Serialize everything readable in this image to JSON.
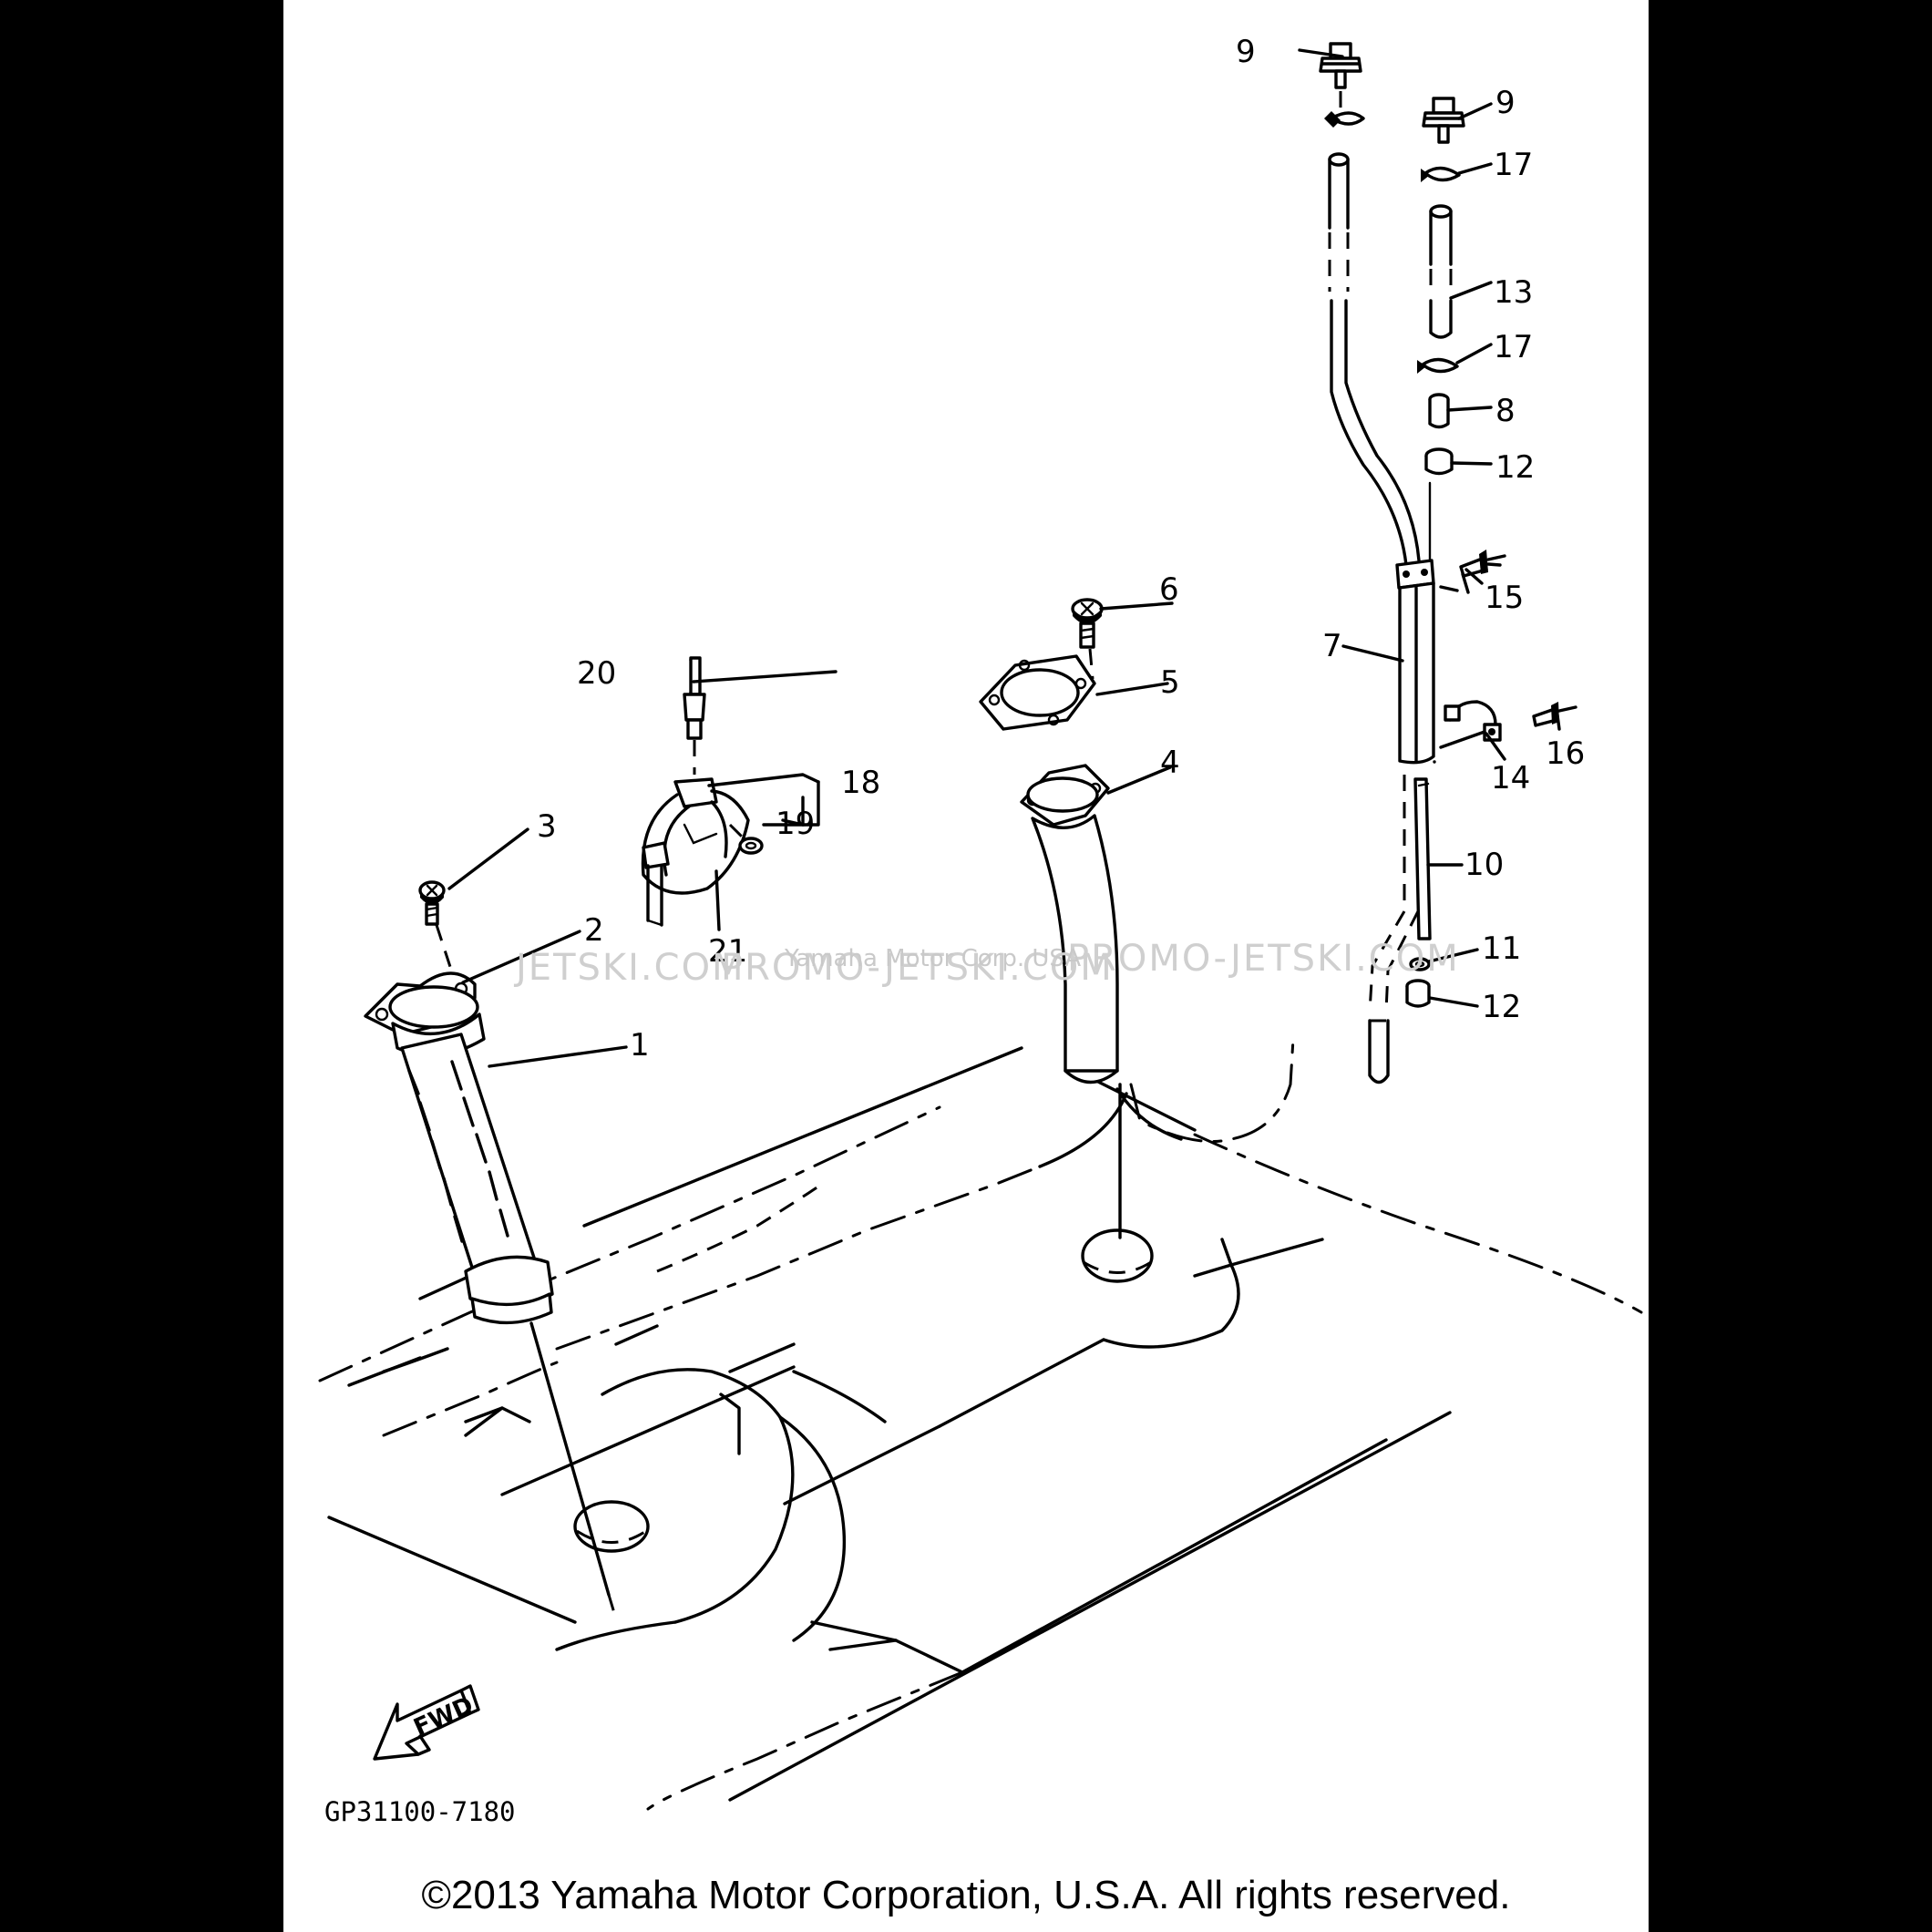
{
  "diagram": {
    "part_numbers": {
      "p1": "1",
      "p2": "2",
      "p3": "3",
      "p4": "4",
      "p5": "5",
      "p6": "6",
      "p7": "7",
      "p8": "8",
      "p9a": "9",
      "p9b": "9",
      "p10": "10",
      "p11": "11",
      "p12a": "12",
      "p12b": "12",
      "p13": "13",
      "p14": "14",
      "p15": "15",
      "p16": "16",
      "p17a": "17",
      "p17b": "17",
      "p18": "18",
      "p19": "19",
      "p20": "20",
      "p21": "21"
    },
    "watermarks": {
      "left": "JETSKI.COM",
      "middle": "PROMO-JETSKI.COM",
      "right": "PROMO-JETSKI.COM",
      "center": "Yamaha Motor Corp. USA"
    },
    "direction_label": "FWD",
    "drawing_code": "GP31100-7180"
  },
  "footer": {
    "copyright": "©2013 Yamaha Motor Corporation, U.S.A. All rights reserved."
  }
}
